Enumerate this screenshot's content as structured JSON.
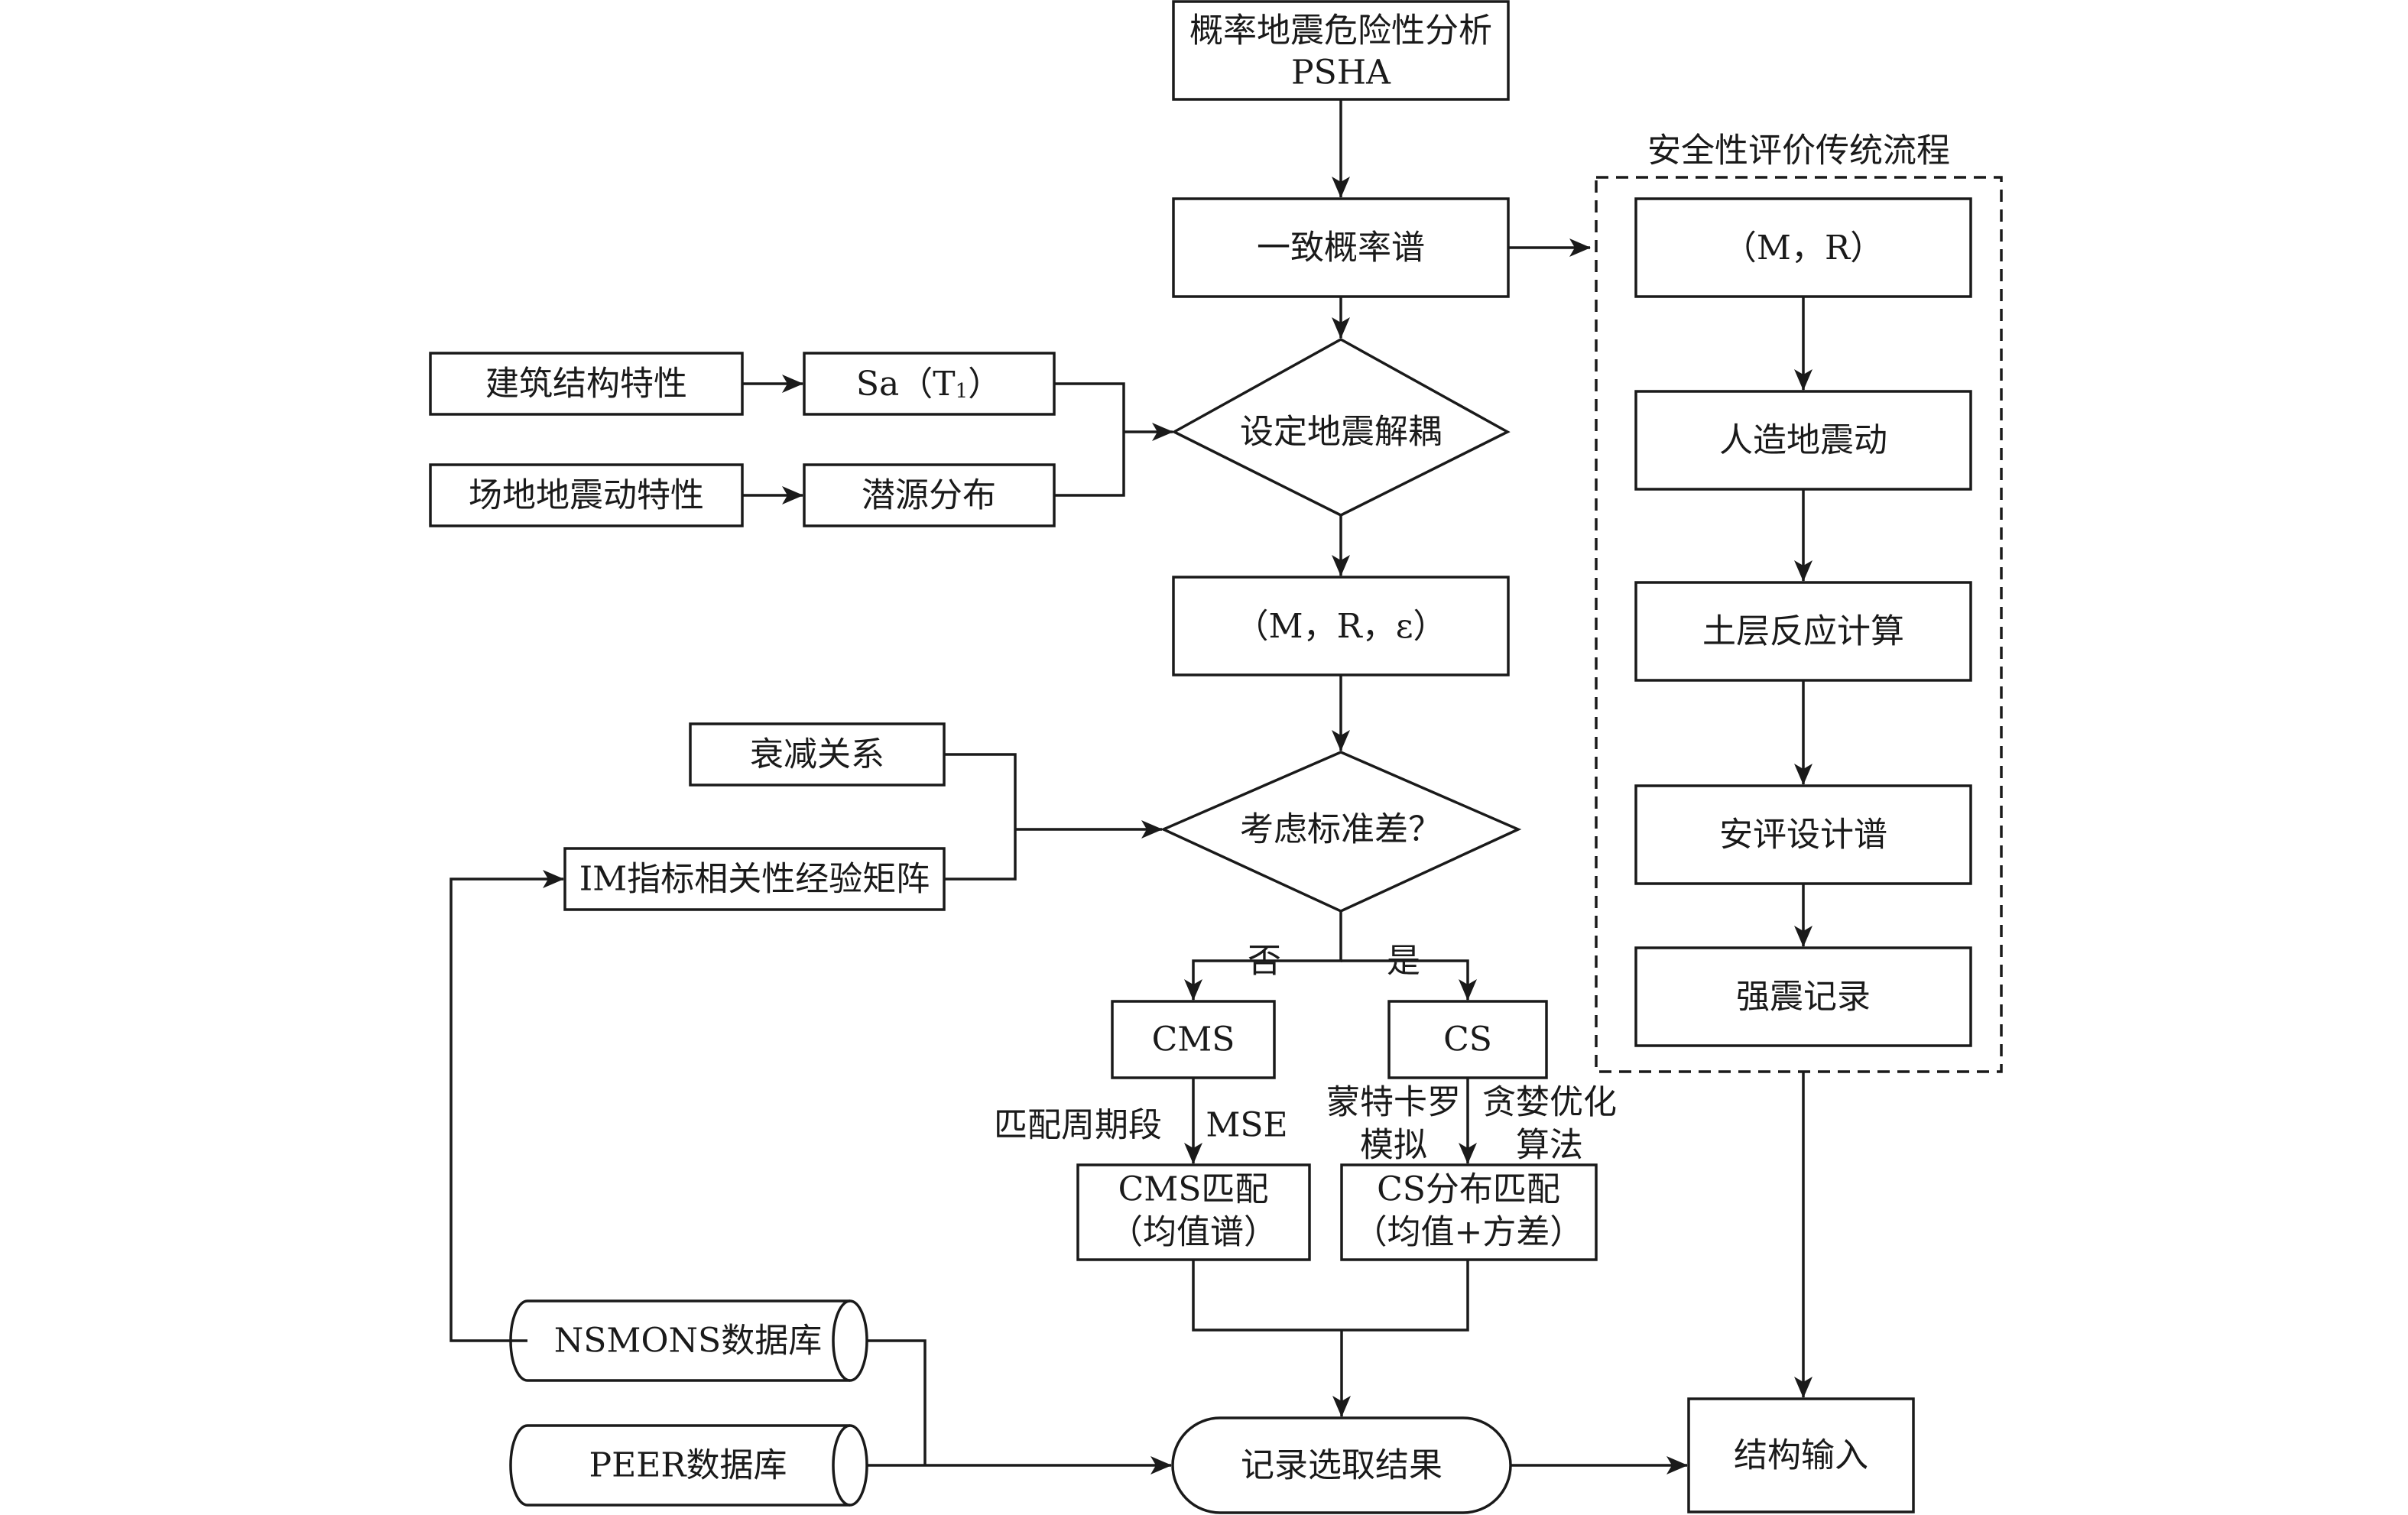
{
  "nodes": {
    "psha_title": "概率地震危险性分析",
    "psha_sub": "PSHA",
    "uhs": "一致概率谱",
    "building": "建筑结构特性",
    "site": "场地地震动特性",
    "sa_T1": {
      "a": "Sa",
      "b": "（",
      "c": "T",
      "d": "1",
      "e": "）"
    },
    "source": "潜源分布",
    "deagg": "设定地震解耦",
    "mre": {
      "open": "（",
      "m": "M",
      "sep1": "，",
      "r": "R",
      "sep2": "，",
      "e": "ε",
      "close": "）"
    },
    "attenuation": "衰减关系",
    "im_matrix": "IM指标相关性经验矩阵",
    "std_question": "考虑标准差？",
    "no": "否",
    "yes": "是",
    "cms": "CMS",
    "cs": "CS",
    "period_match": "匹配周期段",
    "mse": "MSE",
    "monte_carlo_1": "蒙特卡罗",
    "monte_carlo_2": "模拟",
    "greedy_1": "贪婪优化",
    "greedy_2": "算法",
    "cms_match_1": "CMS匹配",
    "cms_match_2": "（均值谱）",
    "cs_match_1": "CS分布匹配",
    "cs_match_2": "（均值+方差）",
    "nsmons": "NSMONS数据库",
    "peer": "PEER数据库",
    "record_result": "记录选取结果",
    "structure_input": "结构输入"
  },
  "traditional": {
    "title": "安全性评价传统流程",
    "mr": {
      "open": "（",
      "m": "M",
      "sep": "，",
      "r": "R",
      "close": "）"
    },
    "artificial": "人造地震动",
    "soil_response": "土层反应计算",
    "safety_spectrum": "安评设计谱",
    "strong_motion": "强震记录"
  }
}
